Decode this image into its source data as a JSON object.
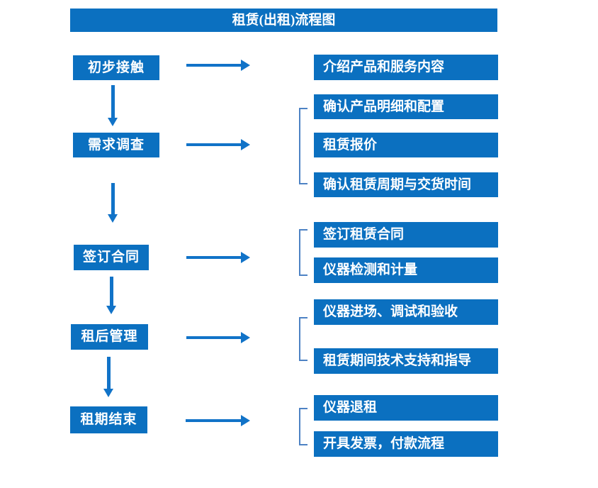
{
  "title": "租赁(出租)流程图",
  "colors": {
    "box_fill": "#0b70c0",
    "arrow": "#1173c8",
    "bracket": "#4d82c4",
    "text": "#ffffff"
  },
  "steps": [
    {
      "label": "初步接触",
      "details": [
        "介绍产品和服务内容"
      ]
    },
    {
      "label": "需求调查",
      "details": [
        "确认产品明细和配置",
        "租赁报价",
        "确认租赁周期与交货时间"
      ]
    },
    {
      "label": "签订合同",
      "details": [
        "签订租赁合同",
        "仪器检测和计量"
      ]
    },
    {
      "label": "租后管理",
      "details": [
        "仪器进场、调试和验收",
        "租赁期间技术支持和指导"
      ]
    },
    {
      "label": "租期结束",
      "details": [
        "仪器退租",
        "开具发票，付款流程"
      ]
    }
  ]
}
